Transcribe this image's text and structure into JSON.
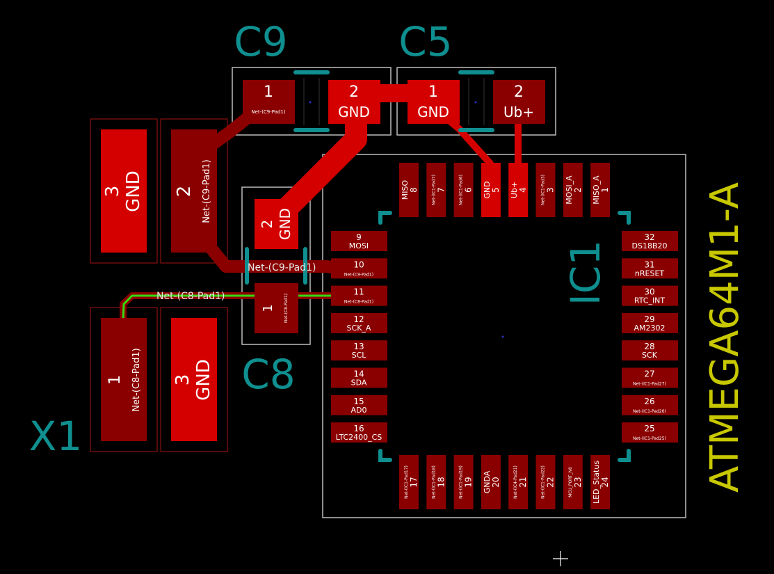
{
  "colors": {
    "background": "#000000",
    "pad_bright": "#d40000",
    "pad_dark": "#8a0000",
    "track": "#d40000",
    "silk_ref": "#0f8f8f",
    "silk_value": "#c8c800",
    "courtyard": "#c8c8c8",
    "highlight_track": "#33dd11"
  },
  "refs": {
    "c9": "C9",
    "c5": "C5",
    "c8": "C8",
    "x1": "X1",
    "ic1": "IC1"
  },
  "ic1_value": "ATMEGA64M1-A",
  "c9_pads": {
    "p1_num": "1",
    "p1_net": "Net-(C9-Pad1)",
    "p2_num": "2",
    "p2_net": "GND"
  },
  "c5_pads": {
    "p1_num": "1",
    "p1_net": "GND",
    "p2_num": "2",
    "p2_net": "Ub+"
  },
  "c8_pads": {
    "p1_num": "1",
    "p1_net": "Net-(C8-Pad1)",
    "p2_num": "2",
    "p2_net": "GND"
  },
  "large_pads": {
    "upper_left_num": "3",
    "upper_left_net": "GND",
    "upper_right_num": "2",
    "upper_right_net": "Net-(C9-Pad1)",
    "lower_left_num": "1",
    "lower_left_net": "Net-(C8-Pad1)",
    "lower_right_num": "3",
    "lower_right_net": "GND"
  },
  "track_labels": {
    "c9_net": "Net-(C9-Pad1)",
    "c8_net": "Net-(C8-Pad1)"
  },
  "ic1_pins": {
    "top": [
      {
        "num": "8",
        "name": "MISO"
      },
      {
        "num": "7",
        "name": "Net-(IC1-Pad7)"
      },
      {
        "num": "6",
        "name": "Net-(IC1-Pad6)"
      },
      {
        "num": "5",
        "name": "GND"
      },
      {
        "num": "4",
        "name": "Ub+"
      },
      {
        "num": "3",
        "name": "Net-(IC1-Pad3)"
      },
      {
        "num": "2",
        "name": "MOSI_A"
      },
      {
        "num": "1",
        "name": "MISO_A"
      }
    ],
    "left": [
      {
        "num": "9",
        "name": "MOSI"
      },
      {
        "num": "10",
        "name": "Net-(C9-Pad1)"
      },
      {
        "num": "11",
        "name": "Net-(C8-Pad1)"
      },
      {
        "num": "12",
        "name": "SCK_A"
      },
      {
        "num": "13",
        "name": "SCL"
      },
      {
        "num": "14",
        "name": "SDA"
      },
      {
        "num": "15",
        "name": "AD0"
      },
      {
        "num": "16",
        "name": "LTC2400_CS"
      }
    ],
    "right": [
      {
        "num": "32",
        "name": "DS18B20"
      },
      {
        "num": "31",
        "name": "nRESET"
      },
      {
        "num": "30",
        "name": "RTC_INT"
      },
      {
        "num": "29",
        "name": "AM2302"
      },
      {
        "num": "28",
        "name": "SCK"
      },
      {
        "num": "27",
        "name": "Net-(IC1-Pad27)"
      },
      {
        "num": "26",
        "name": "Net-(IC1-Pad26)"
      },
      {
        "num": "25",
        "name": "Net-(IC1-Pad25)"
      }
    ],
    "bottom": [
      {
        "num": "17",
        "name": "Net-(IC1-Pad17)"
      },
      {
        "num": "18",
        "name": "Net-(IC1-Pad18)"
      },
      {
        "num": "19",
        "name": "Net-(IC1-Pad19)"
      },
      {
        "num": "20",
        "name": "GNDA"
      },
      {
        "num": "21",
        "name": "Net-(IC4-Pad21)"
      },
      {
        "num": "22",
        "name": "Net-(IC1-Pad22)"
      },
      {
        "num": "23",
        "name": "MCU_PORT_N0"
      },
      {
        "num": "24",
        "name": "LED_Status"
      }
    ]
  }
}
